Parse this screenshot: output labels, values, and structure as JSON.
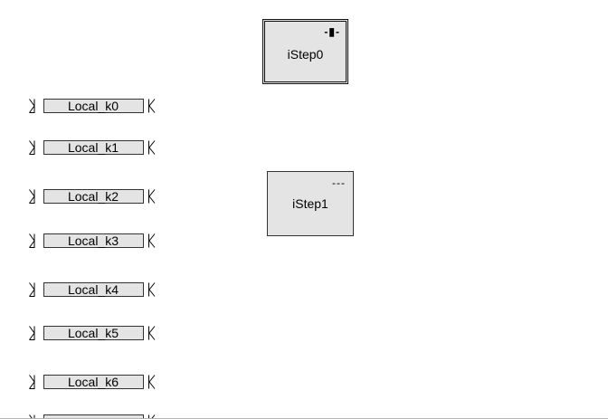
{
  "steps": [
    {
      "name": "iStep0",
      "marker": "-▮-",
      "style": "double"
    },
    {
      "name": "iStep1",
      "marker": "---",
      "style": "single"
    }
  ],
  "connectors": [
    {
      "label": "Local_k0"
    },
    {
      "label": "Local_k1"
    },
    {
      "label": "Local_k2"
    },
    {
      "label": "Local_k3"
    },
    {
      "label": "Local_k4"
    },
    {
      "label": "Local_k5"
    },
    {
      "label": "Local_k6"
    },
    {
      "label": ""
    }
  ],
  "colors": {
    "canvas": "#ffffff",
    "element_fill": "#e4e4e4",
    "element_border": "#333333"
  }
}
